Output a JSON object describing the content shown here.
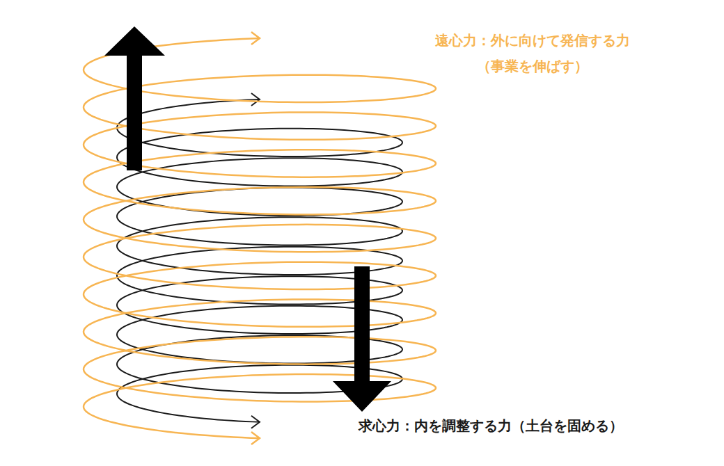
{
  "diagram": {
    "labels": [
      "遠心力：外に向けて発信する力",
      "（事業を伸ばす）",
      "求心力：内を調整する力（土台を固める）"
    ]
  }
}
